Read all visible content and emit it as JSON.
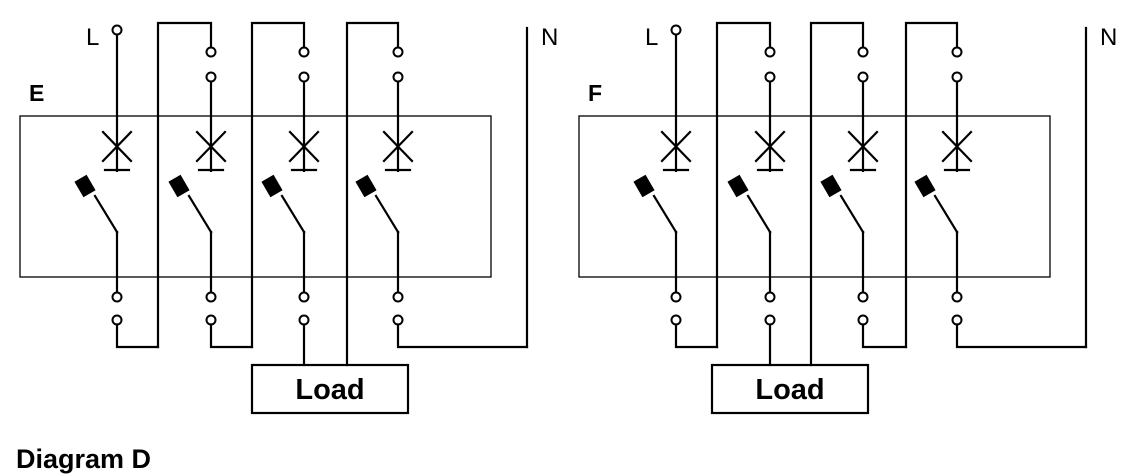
{
  "caption": "Diagram D",
  "colors": {
    "line": "#000000",
    "background": "#ffffff",
    "handle": "#000000"
  },
  "diagrams": [
    {
      "id": "E",
      "label": "E",
      "line_label": "L",
      "neutral_label": "N",
      "load_label": "Load",
      "poles": 4,
      "bottom_connections": [
        "loop-1",
        "loop-2",
        "load",
        "neutral"
      ],
      "loop_to_load": 3
    },
    {
      "id": "F",
      "label": "F",
      "line_label": "L",
      "neutral_label": "N",
      "load_label": "Load",
      "poles": 4,
      "bottom_connections": [
        "loop-1",
        "load",
        "loop-3",
        "neutral"
      ],
      "loop_to_load": 2
    }
  ],
  "icons": {
    "terminal": "terminal-circle-icon",
    "breaker": "circuit-breaker-icon",
    "handle": "switch-handle-icon"
  }
}
